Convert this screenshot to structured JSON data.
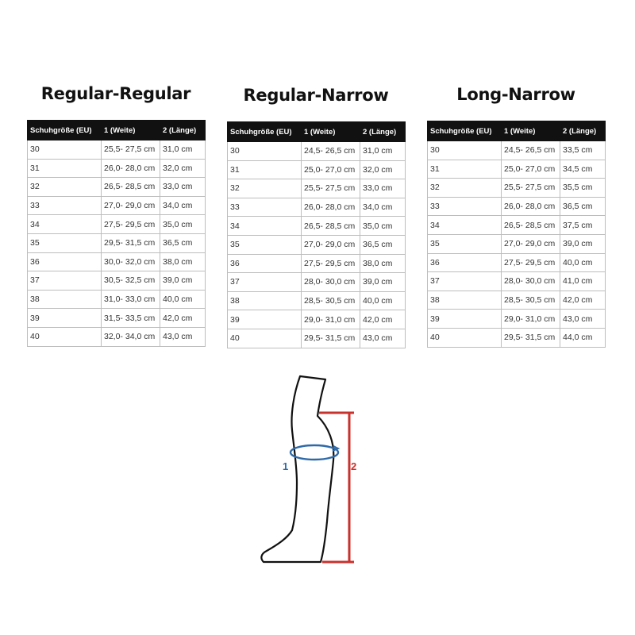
{
  "columns": [
    "Schuhgröße (EU)",
    "1 (Weite)",
    "2 (Länge)"
  ],
  "tables": [
    {
      "title": "Regular-Regular",
      "rows": [
        [
          "30",
          "25,5- 27,5 cm",
          "31,0 cm"
        ],
        [
          "31",
          "26,0- 28,0 cm",
          "32,0 cm"
        ],
        [
          "32",
          "26,5- 28,5 cm",
          "33,0 cm"
        ],
        [
          "33",
          "27,0- 29,0 cm",
          "34,0 cm"
        ],
        [
          "34",
          "27,5- 29,5 cm",
          "35,0 cm"
        ],
        [
          "35",
          "29,5- 31,5 cm",
          "36,5 cm"
        ],
        [
          "36",
          "30,0- 32,0 cm",
          "38,0 cm"
        ],
        [
          "37",
          "30,5- 32,5 cm",
          "39,0 cm"
        ],
        [
          "38",
          "31,0- 33,0 cm",
          "40,0 cm"
        ],
        [
          "39",
          "31,5- 33,5 cm",
          "42,0 cm"
        ],
        [
          "40",
          "32,0- 34,0 cm",
          "43,0 cm"
        ]
      ]
    },
    {
      "title": "Regular-Narrow",
      "rows": [
        [
          "30",
          "24,5- 26,5 cm",
          "31,0 cm"
        ],
        [
          "31",
          "25,0- 27,0 cm",
          "32,0 cm"
        ],
        [
          "32",
          "25,5- 27,5 cm",
          "33,0 cm"
        ],
        [
          "33",
          "26,0- 28,0 cm",
          "34,0 cm"
        ],
        [
          "34",
          "26,5- 28,5 cm",
          "35,0 cm"
        ],
        [
          "35",
          "27,0- 29,0 cm",
          "36,5 cm"
        ],
        [
          "36",
          "27,5- 29,5 cm",
          "38,0 cm"
        ],
        [
          "37",
          "28,0- 30,0 cm",
          "39,0 cm"
        ],
        [
          "38",
          "28,5- 30,5 cm",
          "40,0 cm"
        ],
        [
          "39",
          "29,0- 31,0 cm",
          "42,0 cm"
        ],
        [
          "40",
          "29,5- 31,5 cm",
          "43,0 cm"
        ]
      ]
    },
    {
      "title": "Long-Narrow",
      "rows": [
        [
          "30",
          "24,5- 26,5 cm",
          "33,5 cm"
        ],
        [
          "31",
          "25,0- 27,0 cm",
          "34,5 cm"
        ],
        [
          "32",
          "25,5- 27,5 cm",
          "35,5 cm"
        ],
        [
          "33",
          "26,0- 28,0 cm",
          "36,5 cm"
        ],
        [
          "34",
          "26,5- 28,5 cm",
          "37,5 cm"
        ],
        [
          "35",
          "27,0- 29,0 cm",
          "39,0 cm"
        ],
        [
          "36",
          "27,5- 29,5 cm",
          "40,0 cm"
        ],
        [
          "37",
          "28,0- 30,0 cm",
          "41,0 cm"
        ],
        [
          "38",
          "28,5- 30,5 cm",
          "42,0 cm"
        ],
        [
          "39",
          "29,0- 31,0 cm",
          "43,0 cm"
        ],
        [
          "40",
          "29,5- 31,5 cm",
          "44,0 cm"
        ]
      ]
    }
  ],
  "diagram": {
    "label_width": "1",
    "label_length": "2",
    "color_width": "#2f6aa8",
    "color_length": "#c8322d",
    "icon": "leg-outline-icon"
  }
}
